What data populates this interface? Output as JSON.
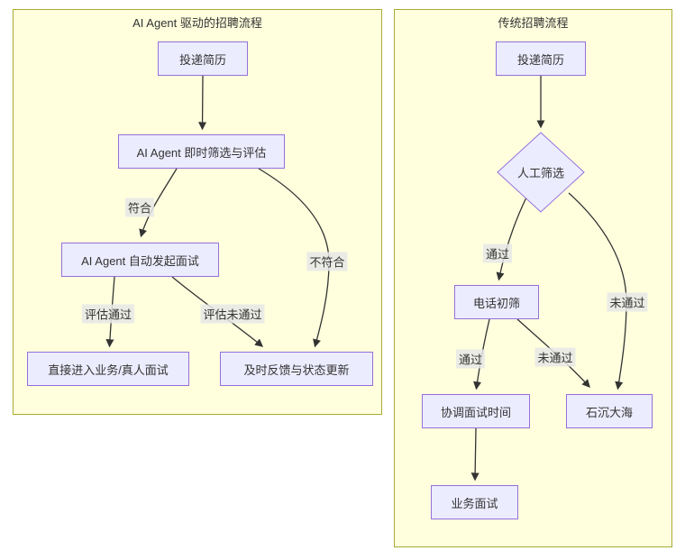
{
  "left_panel": {
    "title": "AI Agent 驱动的招聘流程",
    "nodes": {
      "submit_resume": "投递简历",
      "ai_screen": "AI Agent 即时筛选与评估",
      "ai_interview": "AI Agent 自动发起面试",
      "direct_interview": "直接进入业务/真人面试",
      "feedback_update": "及时反馈与状态更新"
    },
    "edge_labels": {
      "match": "符合",
      "not_match": "不符合",
      "eval_pass": "评估通过",
      "eval_fail": "评估未通过"
    }
  },
  "right_panel": {
    "title": "传统招聘流程",
    "nodes": {
      "submit_resume": "投递简历",
      "manual_screen": "人工筛选",
      "phone_screen": "电话初筛",
      "no_response": "石沉大海",
      "schedule_interview": "协调面试时间",
      "business_interview": "业务面试"
    },
    "edge_labels": {
      "pass_1": "通过",
      "fail_1": "未通过",
      "pass_2": "通过",
      "fail_2": "未通过"
    }
  },
  "colors": {
    "panel_background": "#ffffde",
    "panel_border": "#aaaa33",
    "node_background": "#ececff",
    "node_border": "#9370db",
    "edge_color": "#333333",
    "text_color": "#333333"
  }
}
